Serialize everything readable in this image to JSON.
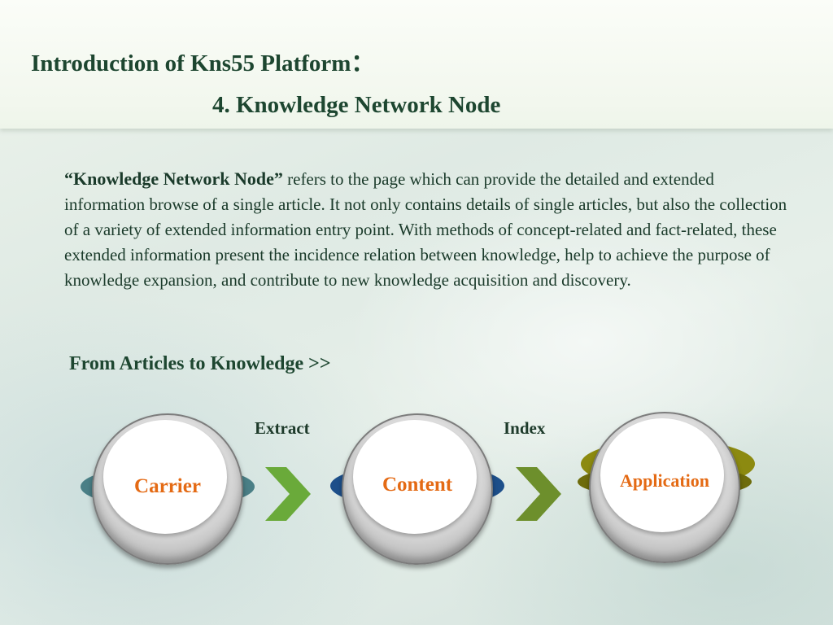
{
  "slide": {
    "title": "Introduction of Kns55 Platform：",
    "subtitle": "4. Knowledge Network Node",
    "paragraph_lead": "“Knowledge Network Node”",
    "paragraph_body": " refers to the page which can provide the detailed and extended information browse of a single article. It not only contains details of single articles, but also the collection of a variety of extended information entry point. With methods of concept-related and fact-related, these extended information present the incidence relation between knowledge, help to achieve the purpose of knowledge expansion, and contribute to new knowledge acquisition and discovery.",
    "section_heading": "From Articles to Knowledge >>"
  },
  "flow": {
    "nodes": [
      {
        "label": "Carrier",
        "wing_color": "#4a7f86"
      },
      {
        "label": "Content",
        "wing_color": "#1d4f8a"
      },
      {
        "label": "Application",
        "wing_color": "#8c8a10"
      }
    ],
    "arrows": [
      {
        "label": "Extract",
        "icon": "chevron-right-icon",
        "color": "#6aaa3a"
      },
      {
        "label": "Index",
        "icon": "chevron-right-icon",
        "color": "#6d8f2c"
      }
    ],
    "label_color": "#e46a14"
  },
  "colors": {
    "title": "#1d4630",
    "text": "#1a3a2a"
  }
}
